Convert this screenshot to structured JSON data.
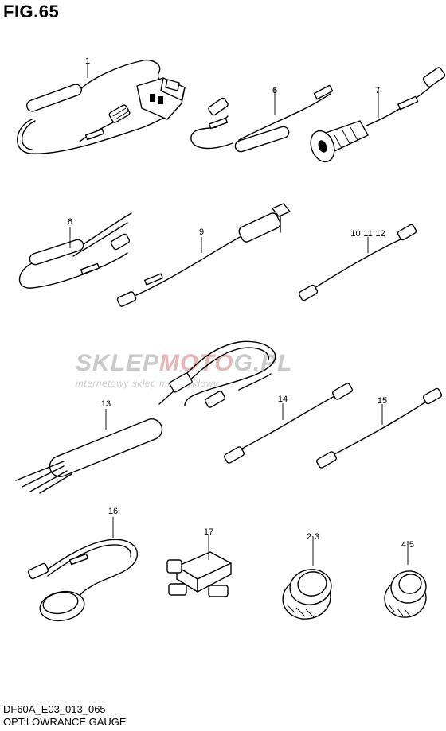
{
  "figure": {
    "title": "FIG.65",
    "code": "DF60A_E03_013_065",
    "caption": "OPT:LOWRANCE GAUGE"
  },
  "watermark": {
    "main_prefix": "SKLEP",
    "main_highlight": "MOTO",
    "main_suffix": "G.PL",
    "sub": "internetowy sklep motocyklowy",
    "colors": {
      "main": "#c9c9c9",
      "highlight": "#e6b6b6"
    }
  },
  "parts": [
    {
      "id": "1",
      "label": "1"
    },
    {
      "id": "6",
      "label": "6"
    },
    {
      "id": "7",
      "label": "7"
    },
    {
      "id": "8",
      "label": "8"
    },
    {
      "id": "9",
      "label": "9"
    },
    {
      "id": "10-11-12",
      "label": "10·11·12"
    },
    {
      "id": "13",
      "label": "13"
    },
    {
      "id": "14",
      "label": "14"
    },
    {
      "id": "15",
      "label": "15"
    },
    {
      "id": "16",
      "label": "16"
    },
    {
      "id": "17",
      "label": "17"
    },
    {
      "id": "2-3",
      "label": "2·3"
    },
    {
      "id": "4-5",
      "label": "4·5"
    }
  ]
}
